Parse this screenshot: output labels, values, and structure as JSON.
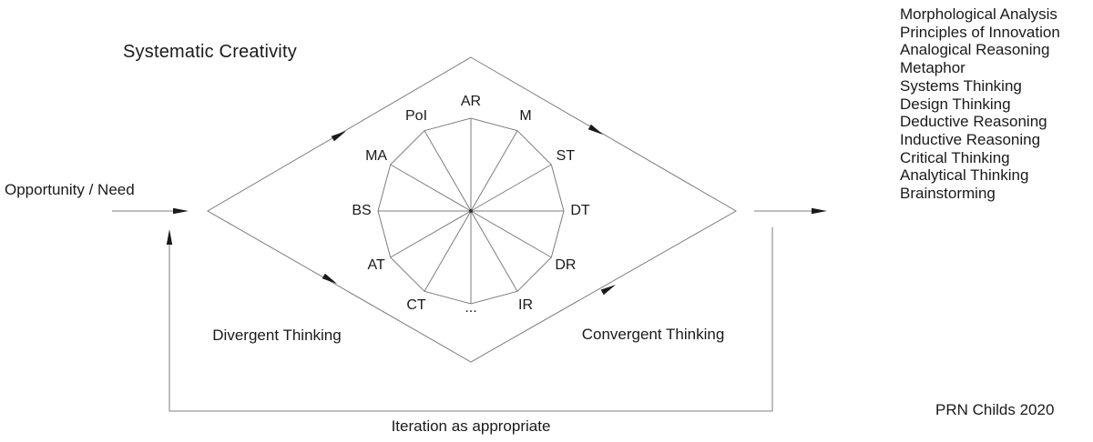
{
  "title": "Systematic Creativity",
  "input_label": "Opportunity / Need",
  "left_zone_label": "Divergent Thinking",
  "right_zone_label": "Convergent Thinking",
  "iteration_label": "Iteration as appropriate",
  "credit": "PRN Childs 2020",
  "wheel": {
    "labels": [
      "AR",
      "M",
      "ST",
      "DT",
      "DR",
      "IR",
      "...",
      "CT",
      "AT",
      "BS",
      "MA",
      "PoI"
    ]
  },
  "methods": [
    "Morphological Analysis",
    "Principles of Innovation",
    "Analogical Reasoning",
    "Metaphor",
    "Systems Thinking",
    "Design Thinking",
    "Deductive Reasoning",
    "Inductive Reasoning",
    "Critical Thinking",
    "Analytical Thinking",
    "Brainstorming"
  ],
  "colors": {
    "line": "#7d7d7d",
    "text": "#1a1a1a",
    "arrow": "#1a1a1a",
    "background": "#ffffff"
  }
}
